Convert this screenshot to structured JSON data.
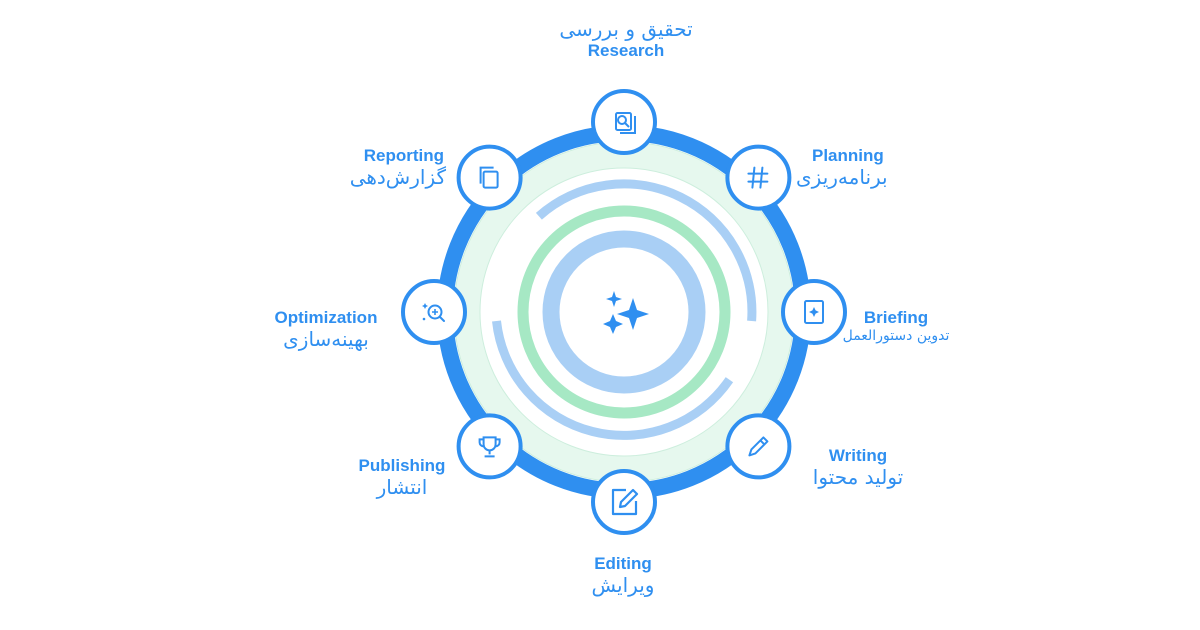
{
  "colors": {
    "primary_blue": "#2f8ff0",
    "light_blue": "#a9cff5",
    "mint": "#a6e8c4",
    "pale_mint": "#e6f8ee",
    "white": "#ffffff"
  },
  "center": {
    "icon": "sparkles-icon"
  },
  "steps": [
    {
      "id": "research",
      "en": "Research",
      "fa": "تحقیق و بررسی",
      "icon": "document-search-icon"
    },
    {
      "id": "planning",
      "en": "Planning",
      "fa": "برنامه‌ریزی",
      "icon": "hash-icon"
    },
    {
      "id": "briefing",
      "en": "Briefing",
      "fa": "تدوین دستورالعمل",
      "icon": "brief-document-icon"
    },
    {
      "id": "writing",
      "en": "Writing",
      "fa": "تولید محتوا",
      "icon": "pencil-icon"
    },
    {
      "id": "editing",
      "en": "Editing",
      "fa": "ویرایش",
      "icon": "edit-square-icon"
    },
    {
      "id": "publishing",
      "en": "Publishing",
      "fa": "انتشار",
      "icon": "trophy-icon"
    },
    {
      "id": "optimization",
      "en": "Optimization",
      "fa": "بهینه‌سازی",
      "icon": "zoom-sparkle-icon"
    },
    {
      "id": "reporting",
      "en": "Reporting",
      "fa": "گزارش‌دهی",
      "icon": "copy-pages-icon"
    }
  ]
}
